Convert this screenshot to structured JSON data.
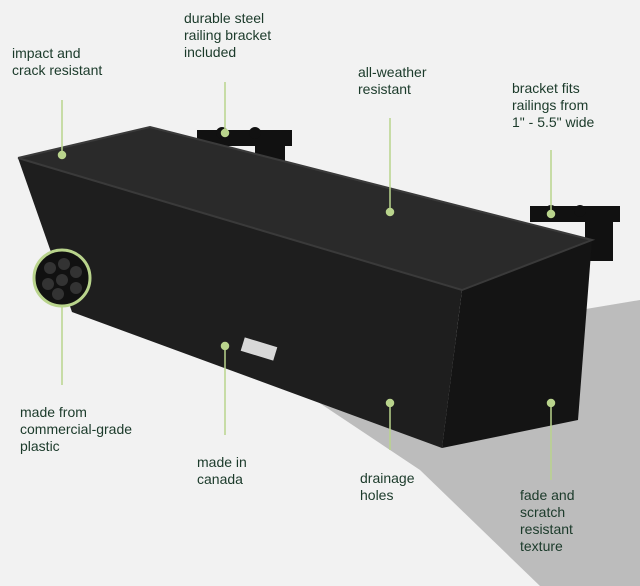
{
  "features": {
    "impact": "impact and\ncrack resistant",
    "bracket_included": "durable steel\nrailing bracket\nincluded",
    "all_weather": "all-weather\nresistant",
    "bracket_fits": "bracket fits\nrailings from\n1\" - 5.5\" wide",
    "material": "made from\ncommercial-grade\nplastic",
    "made_in": "made in\ncanada",
    "drainage": "drainage\nholes",
    "texture": "fade and\nscratch\nresistant\ntexture"
  },
  "colors": {
    "background": "#f2f2f2",
    "text": "#1b3a2a",
    "callout": "#b9d48c",
    "planter": "#1c1c1c"
  }
}
